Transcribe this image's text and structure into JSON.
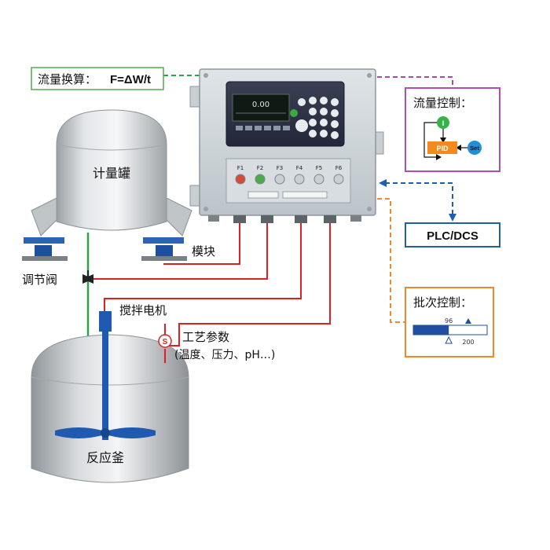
{
  "flow_calc": {
    "label": "流量换算：",
    "formula": "F=ΔW/t"
  },
  "flow_control": {
    "title": "流量控制：",
    "i_label": "I",
    "pid_label": "PID",
    "set_label": "Set"
  },
  "plc": {
    "label": "PLC/DCS"
  },
  "batch_control": {
    "title": "批次控制：",
    "value_current": "96",
    "value_target": "200",
    "fill_fraction": 0.48
  },
  "metering_tank": {
    "label": "计量罐"
  },
  "module": {
    "label": "模块"
  },
  "valve": {
    "label": "调节阀"
  },
  "motor": {
    "label": "搅拌电机"
  },
  "process_params": {
    "label": "工艺参数",
    "detail": "(温度、压力、pH…)"
  },
  "reactor": {
    "label": "反应釜"
  },
  "controller": {
    "display_value": "0.00",
    "keys": [
      "F1",
      "F2",
      "F3",
      "F4",
      "F5",
      "F6"
    ]
  },
  "colors": {
    "green_line": "#2aa34a",
    "purple_line": "#a64ca6",
    "blue_line": "#1e5fb4",
    "orange_line": "#f08a2c",
    "red_line": "#e02020",
    "box_green": "#4fae4b",
    "box_purple": "#b04cb4",
    "box_blue": "#1f5fa8",
    "box_orange": "#f0882a"
  }
}
